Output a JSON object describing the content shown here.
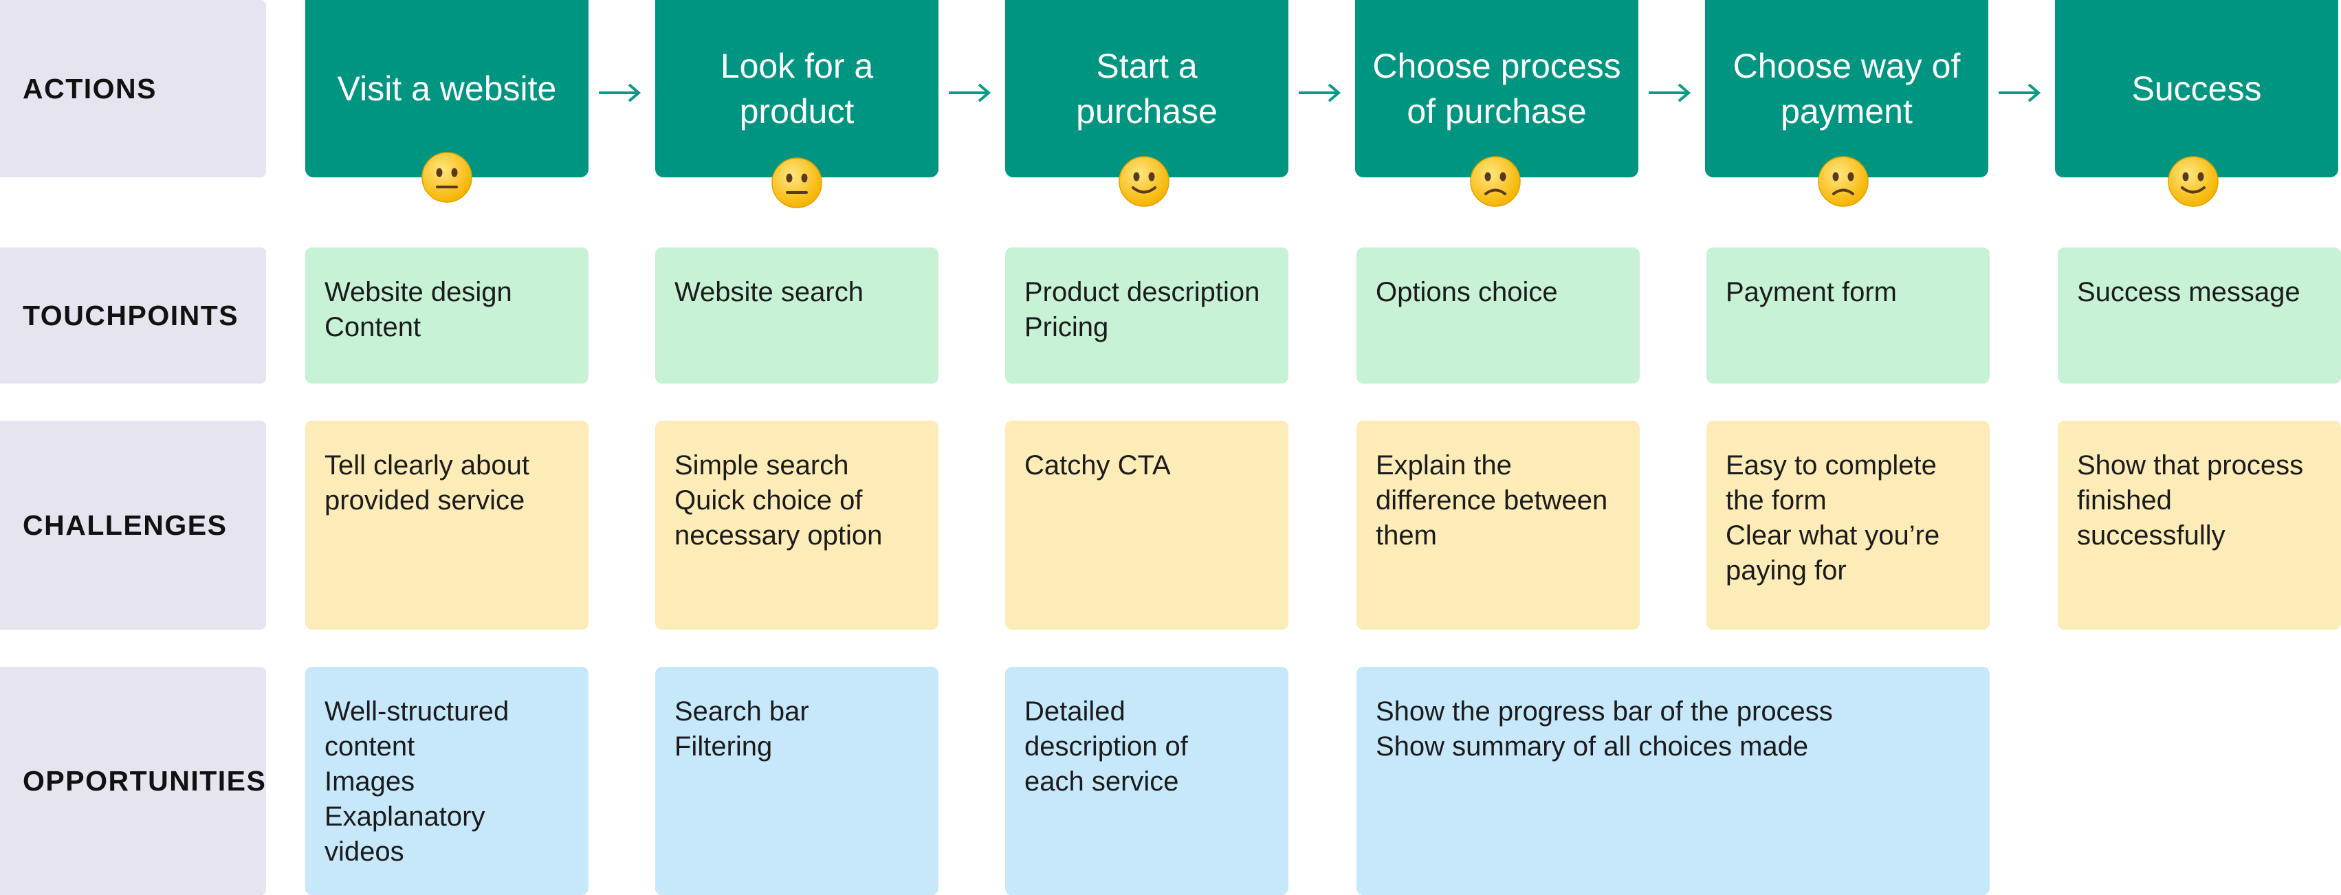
{
  "lanes": {
    "actions": "ACTIONS",
    "touchpoints": "TOUCHPOINTS",
    "challenges": "CHALLENGES",
    "opportunities": "OPPORTUNITIES"
  },
  "steps": [
    {
      "action": "Visit a website",
      "emotion": "neutral",
      "touchpoints": [
        "Website design",
        "Content"
      ],
      "challenges": [
        "Tell clearly about",
        "provided service"
      ],
      "opportunities": [
        "Well-structured",
        "content",
        "Images",
        "Exaplanatory",
        "videos"
      ]
    },
    {
      "action": "Look for a\nproduct",
      "emotion": "neutral",
      "touchpoints": [
        "Website search"
      ],
      "challenges": [
        "Simple search",
        "Quick choice of",
        "necessary option"
      ],
      "opportunities": [
        "Search bar",
        "Filtering"
      ]
    },
    {
      "action": "Start a\npurchase",
      "emotion": "happy",
      "touchpoints": [
        "Product description",
        "Pricing"
      ],
      "challenges": [
        "Catchy CTA"
      ],
      "opportunities": [
        "Detailed",
        "description of",
        "each service"
      ]
    },
    {
      "action": "Choose process\nof purchase",
      "emotion": "sad",
      "touchpoints": [
        "Options choice"
      ],
      "challenges": [
        "Explain the",
        "difference between",
        "them"
      ],
      "opportunities": [
        "Show the progress bar of the process",
        "Show summary of all choices made"
      ]
    },
    {
      "action": "Choose way of\npayment",
      "emotion": "sad",
      "touchpoints": [
        "Payment form"
      ],
      "challenges": [
        "Easy to complete",
        "the form",
        "Clear what you’re",
        "paying for"
      ]
    },
    {
      "action": "Success",
      "emotion": "happy",
      "touchpoints": [
        "Success message"
      ],
      "challenges": [
        "Show that process",
        "finished",
        "successfully"
      ]
    }
  ],
  "colors": {
    "action": "#009581",
    "touchpoint": "#c7f2d6",
    "challenge": "#fdebb8",
    "opportunity": "#c7e8fb",
    "lane_label": "#e5e4ef",
    "arrow": "#0a9a86"
  }
}
